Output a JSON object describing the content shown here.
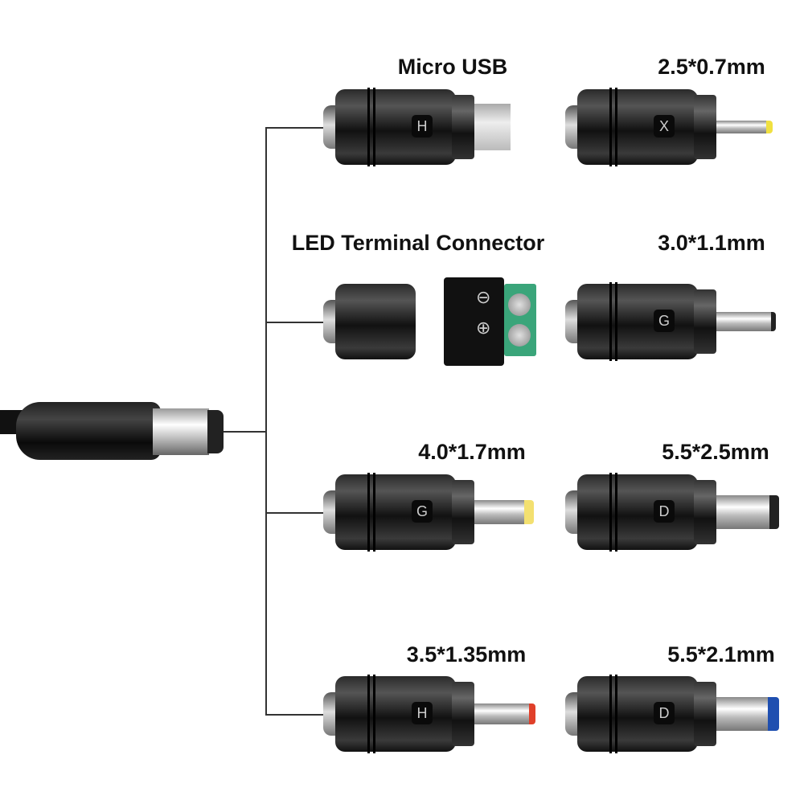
{
  "adapters": [
    {
      "label": "Micro USB",
      "badge": "H",
      "type": "micro-usb"
    },
    {
      "label": "2.5*0.7mm",
      "badge": "X",
      "tip_color": "#f0e040"
    },
    {
      "label": "LED Terminal Connector",
      "type": "terminal",
      "minus": "⊖",
      "plus": "⊕",
      "terminal_color": "#3aa57a"
    },
    {
      "label": "3.0*1.1mm",
      "badge": "G",
      "tip_color": "#222222"
    },
    {
      "label": "4.0*1.7mm",
      "badge": "G",
      "tip_color": "#f3e070"
    },
    {
      "label": "5.5*2.5mm",
      "badge": "D",
      "tip_color": "#222222"
    },
    {
      "label": "3.5*1.35mm",
      "badge": "H",
      "tip_color": "#e0402a"
    },
    {
      "label": "5.5*2.1mm",
      "badge": "D",
      "tip_color": "#1f4fb0"
    }
  ]
}
